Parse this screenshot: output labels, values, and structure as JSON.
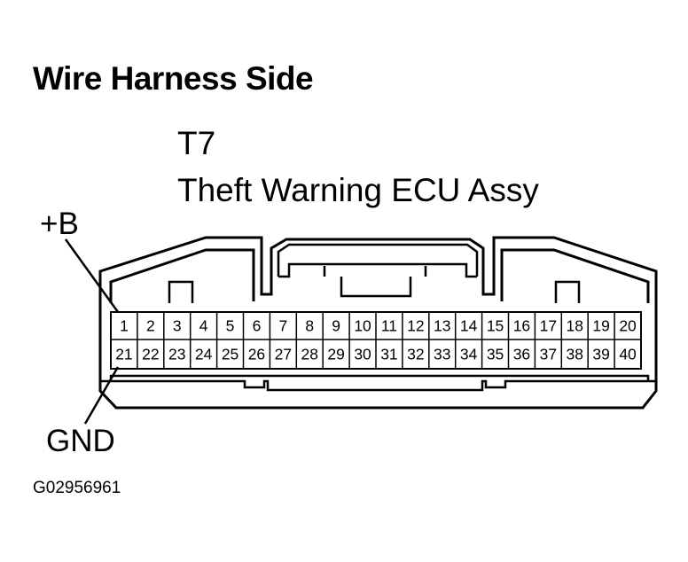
{
  "title": "Wire Harness Side",
  "connector": {
    "code": "T7",
    "name": "Theft Warning ECU Assy",
    "top_row_pins": [
      "1",
      "2",
      "3",
      "4",
      "5",
      "6",
      "7",
      "8",
      "9",
      "10",
      "11",
      "12",
      "13",
      "14",
      "15",
      "16",
      "17",
      "18",
      "19",
      "20"
    ],
    "bottom_row_pins": [
      "21",
      "22",
      "23",
      "24",
      "25",
      "26",
      "27",
      "28",
      "29",
      "30",
      "31",
      "32",
      "33",
      "34",
      "35",
      "36",
      "37",
      "38",
      "39",
      "40"
    ]
  },
  "callouts": {
    "plus_b": {
      "label": "+B",
      "pin": "1"
    },
    "gnd": {
      "label": "GND",
      "pin": "21"
    }
  },
  "figure_number": "G02956961"
}
